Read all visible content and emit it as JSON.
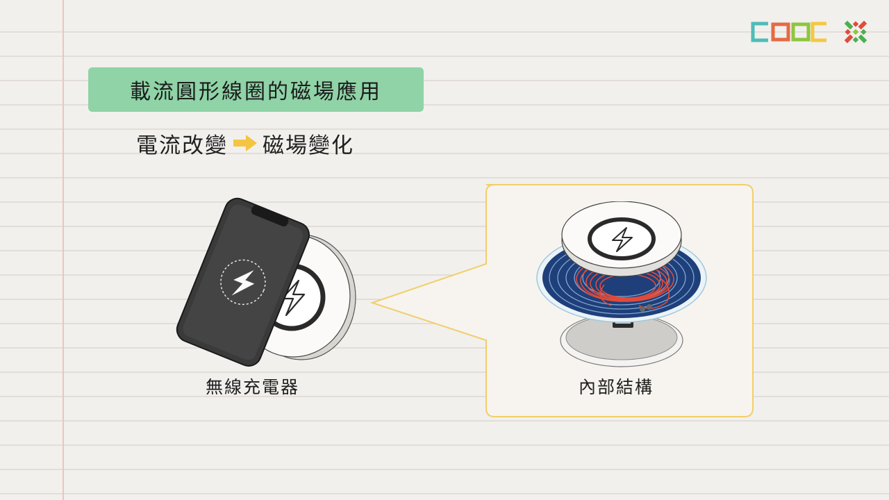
{
  "title": "載流圓形線圈的磁場應用",
  "subtitle": {
    "left": "電流改變",
    "right": "磁場變化"
  },
  "labels": {
    "charger": "無線充電器",
    "inner": "內部結構"
  },
  "brand": {
    "logo_text": "COOC"
  },
  "colors": {
    "title_bg": "#8fd3a7",
    "arrow": "#f4c542",
    "callout_border": "#f0cf6a",
    "margin_line": "#f2c2bd",
    "coil_red": "#e04b3a",
    "coil_blue": "#1f3f7a"
  },
  "icons": [
    "lightning-bolt-icon",
    "arrow-right-icon",
    "cooc-logo",
    "cross-logo-icon"
  ]
}
